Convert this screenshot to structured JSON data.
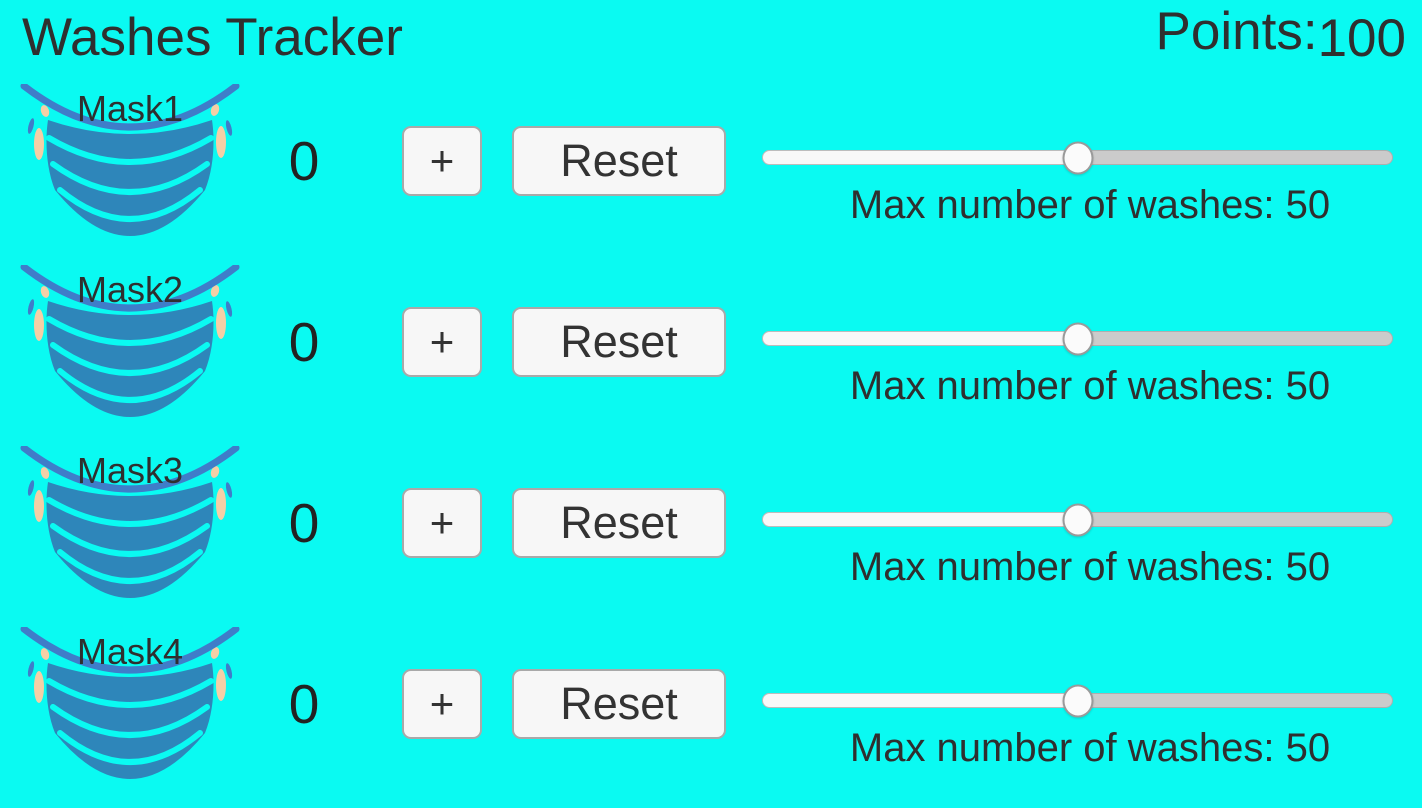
{
  "theme": {
    "bg": "#0AFAF2",
    "text": "#2F2F2F",
    "mask-body": "#2E86BA",
    "mask-band": "#3F7DC9",
    "mask-skin": "#F5CFA6",
    "button-bg": "#F7F7F7",
    "button-border": "#A9A9A9"
  },
  "header": {
    "title": "Washes Tracker",
    "points_label": "Points:",
    "points_value": "100"
  },
  "rows": [
    {
      "label": "Mask1",
      "count": "0",
      "increment_label": "+",
      "reset_label": "Reset",
      "slider": {
        "min": 0,
        "max": 100,
        "value": 50
      },
      "max_text": "Max number of washes: 50"
    },
    {
      "label": "Mask2",
      "count": "0",
      "increment_label": "+",
      "reset_label": "Reset",
      "slider": {
        "min": 0,
        "max": 100,
        "value": 50
      },
      "max_text": "Max number of washes: 50"
    },
    {
      "label": "Mask3",
      "count": "0",
      "increment_label": "+",
      "reset_label": "Reset",
      "slider": {
        "min": 0,
        "max": 100,
        "value": 50
      },
      "max_text": "Max number of washes: 50"
    },
    {
      "label": "Mask4",
      "count": "0",
      "increment_label": "+",
      "reset_label": "Reset",
      "slider": {
        "min": 0,
        "max": 100,
        "value": 50
      },
      "max_text": "Max number of washes: 50"
    }
  ]
}
